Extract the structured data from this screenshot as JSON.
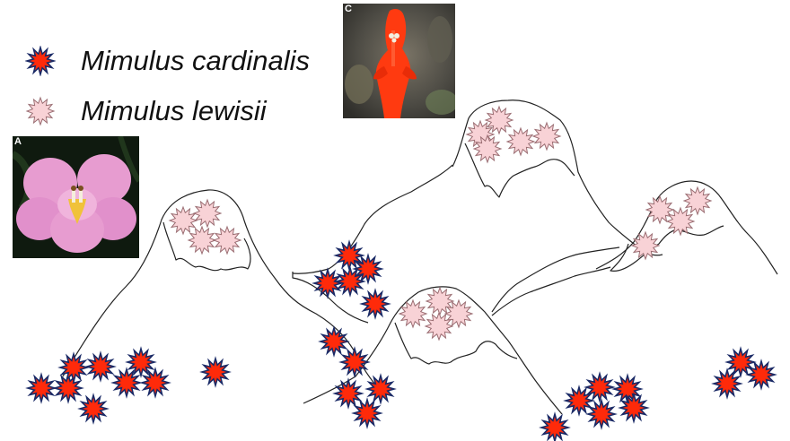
{
  "legend": {
    "items": [
      {
        "label": "Mimulus cardinalis",
        "marker": "red-star-icon",
        "color": "#ff2a0a"
      },
      {
        "label": "Mimulus lewisii",
        "marker": "pink-star-icon",
        "color": "#f6c9cf"
      }
    ]
  },
  "photos": {
    "cardinalis": {
      "tag": "C",
      "subject": "red-flower-photo"
    },
    "lewisii": {
      "tag": "A",
      "subject": "pink-flower-photo"
    }
  },
  "colors": {
    "red_star_fill": "#ff2a0a",
    "red_star_edge": "#1a2a66",
    "pink_star_fill": "#f8d2d6",
    "pink_star_edge": "#9a6d72",
    "mountain_line": "#222222"
  }
}
